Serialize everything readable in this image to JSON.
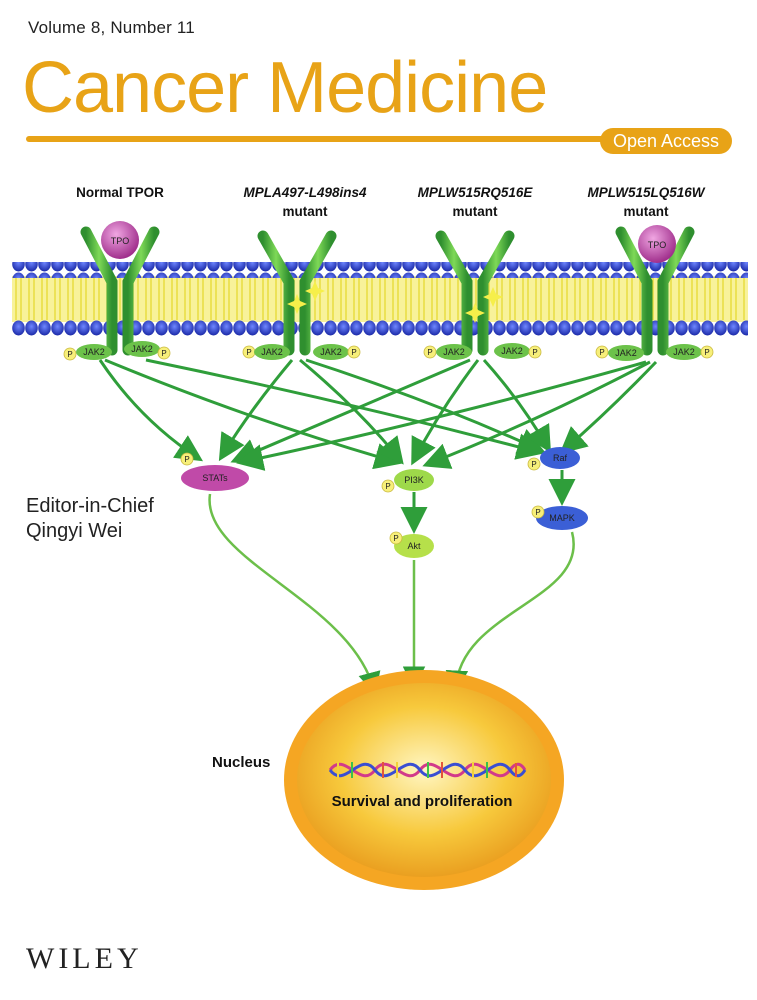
{
  "cover": {
    "volume": "Volume 8, Number 11",
    "journal_title": "Cancer Medicine",
    "badge": "Open Access",
    "editor_role": "Editor-in-Chief",
    "editor_name": "Qingyi Wei",
    "publisher": "WILEY",
    "brand_color": "#e8a317"
  },
  "diagram": {
    "receptors": [
      {
        "name_plain": "Normal TPOR",
        "name_italic": "",
        "sub": ""
      },
      {
        "name_plain": "",
        "name_italic": "MPLA497-L498ins4",
        "sub": "mutant"
      },
      {
        "name_plain": "",
        "name_italic": "MPLW515RQ516E",
        "sub": "mutant"
      },
      {
        "name_plain": "",
        "name_italic": "MPLW515LQ516W",
        "sub": "mutant"
      }
    ],
    "ligand_label": "TPO",
    "kinase_label": "JAK2",
    "phospho_label": "P",
    "nodes": {
      "stats": "STATs",
      "pi3k": "PI3K",
      "raf": "Raf",
      "akt": "Akt",
      "mapk": "MAPK"
    },
    "nucleus_label": "Nucleus",
    "outcome": "Survival and proliferation",
    "colors": {
      "receptor": "#3aa63a",
      "arrow": "#2f9e3a",
      "membrane": "#2a3fc4",
      "lipid_tail": "#f3ec6a",
      "tpo": "#c04aa8",
      "nucleus": "#f5a623"
    }
  }
}
